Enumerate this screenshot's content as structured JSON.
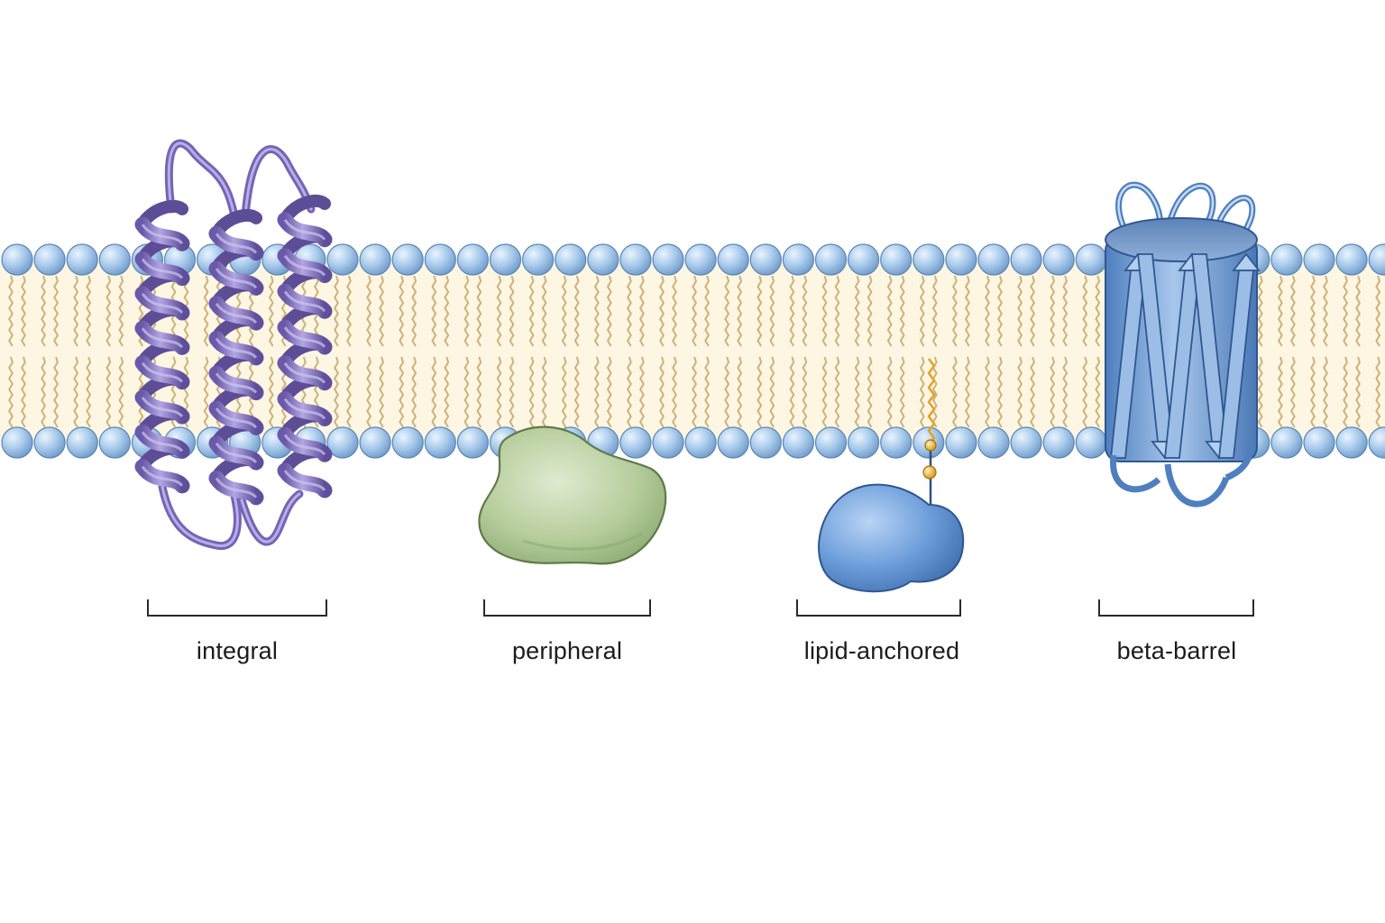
{
  "labels": {
    "integral": "integral",
    "peripheral": "peripheral",
    "lipid_anchored": "lipid-anchored",
    "beta_barrel": "beta-barrel"
  },
  "colors": {
    "lipid_head": "#9cc3e6",
    "lipid_tail": "#c9aa6c",
    "membrane_core": "#fdf6e3",
    "integral_protein": "#9b8ad0",
    "peripheral_protein": "#b4cc9a",
    "lipid_anchored_protein": "#6f9fdb",
    "anchor_chain": "#e2a22a",
    "beta_barrel_protein": "#7fa9de",
    "label_text": "#1c1c1c"
  }
}
